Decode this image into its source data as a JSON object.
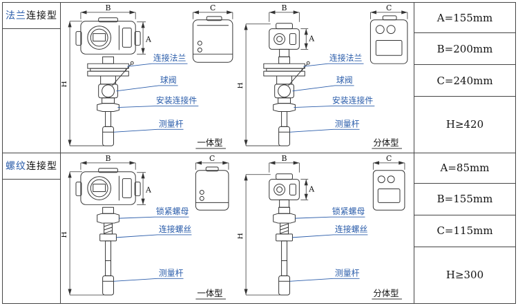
{
  "colors": {
    "accent": "#2a5caa",
    "line": "#333333"
  },
  "table": {
    "rows": [
      {
        "type": {
          "accent": "法兰",
          "rest": "连接型"
        },
        "specs": [
          "A=155mm",
          "B=200mm",
          "C=240mm",
          "H≥420"
        ],
        "integrated": {
          "caption": "一体型",
          "dims": {
            "a": "A",
            "b": "B",
            "c": "C",
            "h": "H"
          },
          "parts": [
            "连接法兰",
            "球阀",
            "安装连接件",
            "测量杆"
          ]
        },
        "split": {
          "caption": "分体型",
          "dims": {
            "a": "A",
            "b": "B",
            "c": "C",
            "h": "H"
          },
          "parts": [
            "连接法兰",
            "球阀",
            "安装连接件",
            "测量杆"
          ]
        }
      },
      {
        "type": {
          "accent": "螺纹",
          "rest": "连接型"
        },
        "specs": [
          "A=85mm",
          "B=155mm",
          "C=115mm",
          "H≥300"
        ],
        "integrated": {
          "caption": "一体型",
          "dims": {
            "a": "A",
            "b": "B",
            "c": "C",
            "h": "H"
          },
          "parts": [
            "锁紧螺母",
            "连接螺丝",
            "测量杆"
          ]
        },
        "split": {
          "caption": "分体型",
          "dims": {
            "a": "A",
            "b": "B",
            "c": "C",
            "h": "H"
          },
          "parts": [
            "锁紧螺母",
            "连接螺丝",
            "测量杆"
          ]
        }
      }
    ]
  }
}
